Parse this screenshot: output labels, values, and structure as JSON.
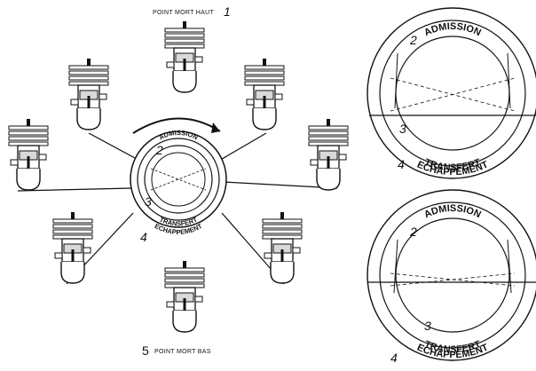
{
  "labels": {
    "top_dead_center": "POINT MORT HAUT",
    "bottom_dead_center": "POINT MORT BAS",
    "num_1": "1",
    "num_2": "2",
    "num_3": "3",
    "num_4": "4",
    "num_5": "5"
  },
  "ring_labels": {
    "admission": "ADMISSION",
    "transfert": "TRANSFERT",
    "echappement": "ECHAPPEMENT"
  },
  "colors": {
    "ink": "#111111",
    "fill_light": "#ffffff",
    "shade": "#d9d9d9"
  }
}
